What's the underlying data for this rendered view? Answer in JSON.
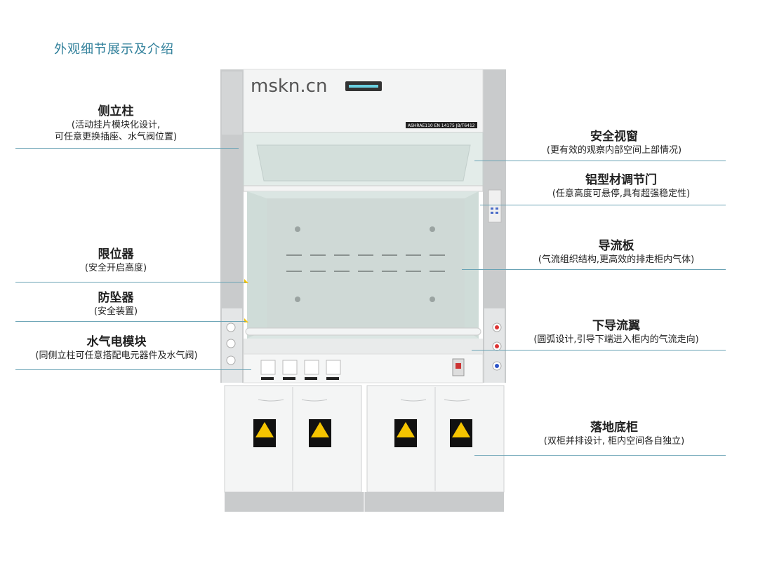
{
  "page_title": "外观细节展示及介绍",
  "cabinet": {
    "brand": "mskn.cn",
    "standard": "ASHRAE110 EN 14175 JB/T6412"
  },
  "callouts": {
    "side_column": {
      "title": "侧立柱",
      "lines": [
        "(活动挂片模块化设计,",
        "可任意更换插座、水气阀位置)"
      ]
    },
    "stopper": {
      "title": "限位器",
      "lines": [
        "(安全开启高度)"
      ]
    },
    "anti_fall": {
      "title": "防坠器",
      "lines": [
        "(安全装置)"
      ]
    },
    "utility_module": {
      "title": "水气电模块",
      "lines": [
        "(同侧立柱可任意搭配电元器件及水气阀)"
      ]
    },
    "safety_window": {
      "title": "安全视窗",
      "lines": [
        "(更有效的观察内部空间上部情况)"
      ]
    },
    "sash_door": {
      "title": "铝型材调节门",
      "lines": [
        "(任意高度可悬停,具有超强稳定性)"
      ]
    },
    "baffle": {
      "title": "导流板",
      "lines": [
        "(气流组织结构,更高效的排走柜内气体)"
      ]
    },
    "airfoil": {
      "title": "下导流翼",
      "lines": [
        "(圆弧设计,引导下端进入柜内的气流走向)"
      ]
    },
    "base_cabinet": {
      "title": "落地底柜",
      "lines": [
        "(双柜并排设计, 柜内空间各自独立)"
      ]
    }
  },
  "colors": {
    "accent": "#2f7f9a",
    "leader_line": "#6aa3b5",
    "column": "#c9cbcc",
    "glass": "#dde9e6",
    "warning_yellow": "#f5c400"
  }
}
